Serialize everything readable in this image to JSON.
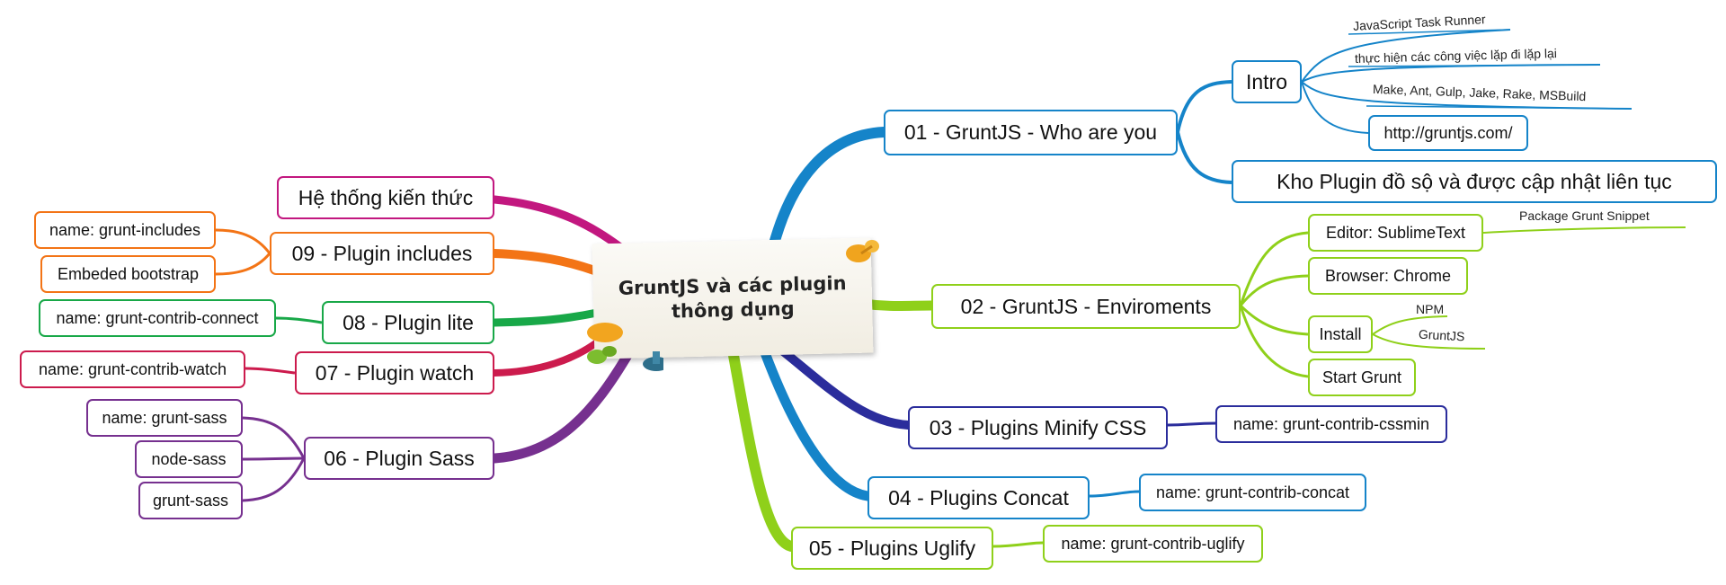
{
  "central": {
    "text": "GruntJS và các plugin\nthông dụng"
  },
  "colors": {
    "blue": "#1584c9",
    "lime": "#8fd01a",
    "navy": "#2b2d9c",
    "green": "#18a848",
    "orange": "#f37416",
    "red": "#cc1b4d",
    "purple": "#76308f",
    "magenta": "#c2177f"
  },
  "branches": {
    "b01": {
      "label": "01 - GruntJS - Who are you",
      "intro": "Intro",
      "intro_leaves": [
        "JavaScript Task Runner",
        "thực hiện các công việc lặp đi lặp lại",
        "Make, Ant, Gulp, Jake, Rake, MSBuild"
      ],
      "link": "http://gruntjs.com/",
      "kho": "Kho Plugin đồ sộ và được cập nhật liên tục"
    },
    "b02": {
      "label": "02 - GruntJS - Enviroments",
      "editor": "Editor: SublimeText",
      "snippet": "Package Grunt Snippet",
      "browser": "Browser: Chrome",
      "install": "Install",
      "install_leaves": [
        "NPM",
        "GruntJS"
      ],
      "start": "Start Grunt"
    },
    "b03": {
      "label": "03 - Plugins Minify CSS",
      "child": "name: grunt-contrib-cssmin"
    },
    "b04": {
      "label": "04 - Plugins Concat",
      "child": "name: grunt-contrib-concat"
    },
    "b05": {
      "label": "05 - Plugins Uglify",
      "child": "name: grunt-contrib-uglify"
    },
    "b06": {
      "label": "06 - Plugin Sass",
      "children": [
        "name: grunt-sass",
        "node-sass",
        "grunt-sass"
      ]
    },
    "b07": {
      "label": "07 - Plugin watch",
      "child": "name: grunt-contrib-watch"
    },
    "b08": {
      "label": "08 - Plugin lite",
      "child": "name: grunt-contrib-connect"
    },
    "b09": {
      "label": "09 - Plugin includes",
      "children": [
        "name: grunt-includes",
        "Embeded bootstrap"
      ]
    },
    "b10": {
      "label": "Hệ thống kiến thức"
    }
  }
}
